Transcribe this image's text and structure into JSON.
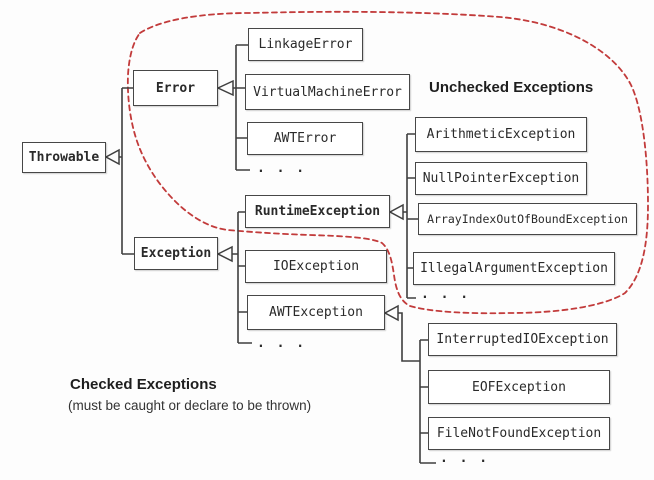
{
  "diagram": {
    "nodes": {
      "throwable": "Throwable",
      "error": "Error",
      "linkage_error": "LinkageError",
      "virtual_machine_error": "VirtualMachineError",
      "awt_error": "AWTError",
      "runtime_exception": "RuntimeException",
      "exception": "Exception",
      "io_exception": "IOException",
      "awt_exception": "AWTException",
      "arithmetic_exception": "ArithmeticException",
      "null_pointer_exception": "NullPointerException",
      "array_index_out_of_bound_exception": "ArrayIndexOutOfBoundException",
      "illegal_argument_exception": "IllegalArgumentException",
      "interrupted_io_exception": "InterruptedIOException",
      "eof_exception": "EOFException",
      "file_not_found_exception": "FileNotFoundException"
    },
    "ellipsis": ". . .",
    "annotations": {
      "unchecked": "Unchecked Exceptions",
      "checked": "Checked Exceptions",
      "checked_note": "(must be caught or declare to be thrown)"
    },
    "colors": {
      "outline_red": "#c23b3b",
      "line": "#3f3f3f"
    }
  }
}
